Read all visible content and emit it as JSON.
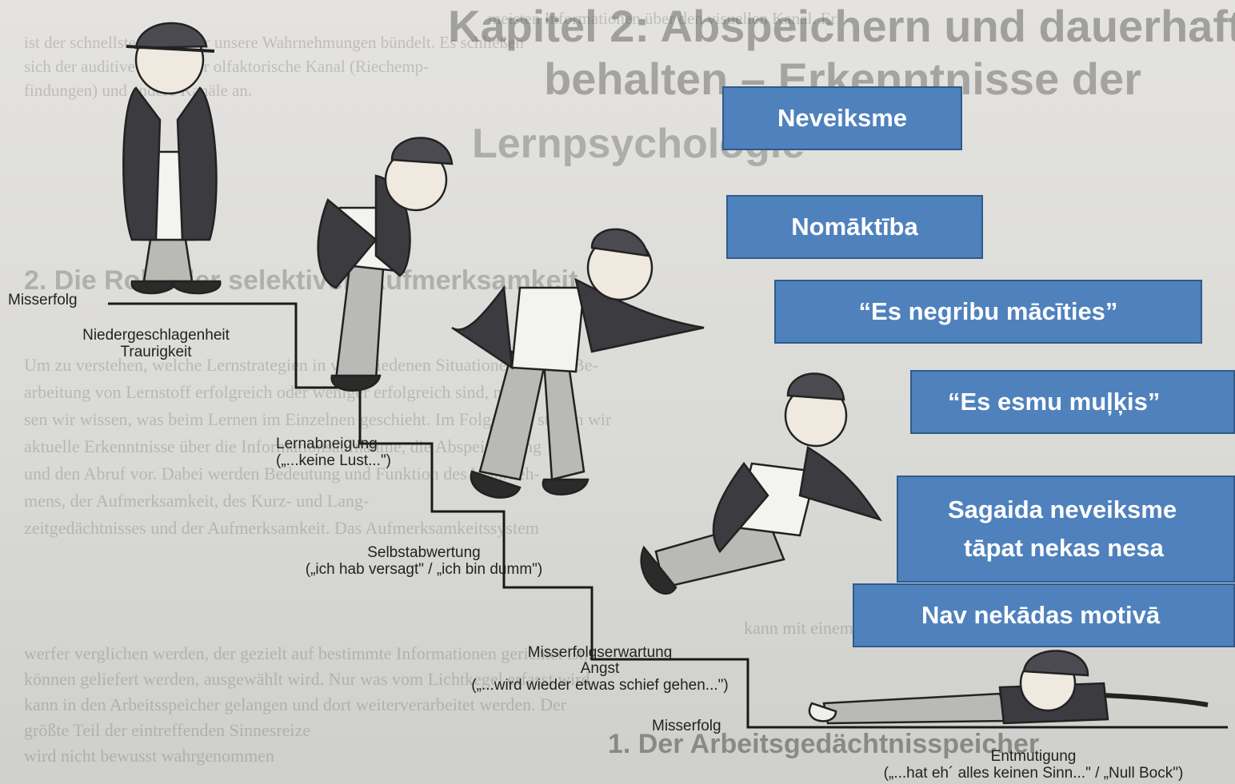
{
  "background_text": {
    "heading_line1": "Kapitel 2: Abspeichern und dauerhaft",
    "heading_line2": "behalten – Erkenntnisse der",
    "heading_line3": "Lernpsychologie",
    "subheading": "2. Die Rolle der selektiven Aufmerksamkeit",
    "bottom_heading": "1. Der Arbeitsgedächtnisspeicher",
    "top_paragraph": [
      "meisten Informationen über den visuellen Kanal. Er",
      "ist der schnellste Kanal, der unsere Wahrnehmungen bündelt. Es schließen",
      "sich der auditive Kanal, der olfaktorische Kanal (Riechemp-",
      "findungen) und andere Kanäle an."
    ],
    "mid_paragraph": [
      "Um zu verstehen, welche Lernstrategien in verschiedenen Situationen bei der Be-",
      "arbeitung von Lernstoff erfolgreich oder weniger erfolgreich sind, müs-",
      "sen wir wissen, was beim Lernen im Einzelnen geschieht. Im Folgenden stellen wir",
      "aktuelle Erkenntnisse über die Informationsaufnahme, die Abspeicherung",
      "und den Abruf vor. Dabei werden Bedeutung und Funktion des Wahrneh-",
      "mens, der Aufmerksamkeit, des Kurz- und Lang-",
      "zeitgedächtnisses und der Aufmerksamkeit. Das Aufmerksamkeitssystem"
    ],
    "low_paragraph": [
      "kann mit einem Schein-",
      "werfer verglichen werden, der gezielt auf bestimmte Informationen gerichtet ist,",
      "können geliefert werden, ausgewählt wird. Nur was vom Lichtkegel erfasst wird,",
      "kann in den Arbeitsspeicher gelangen und dort weiterverarbeitet werden. Der",
      "größte Teil der eintreffenden Sinnesreize",
      "wird nicht bewusst wahrgenommen"
    ]
  },
  "staircase_labels": {
    "step1": "Misserfolg",
    "step1_feelings_1": "Niedergeschlagenheit",
    "step1_feelings_2": "Traurigkeit",
    "step2_1": "Lernabneigung",
    "step2_2": "(„...keine Lust...\")",
    "step3_1": "Selbstabwertung",
    "step3_2": "(„ich hab versagt\" / „ich bin dumm\")",
    "step4_1": "Misserfolgserwartung",
    "step4_2": "Angst",
    "step4_3": "(„...wird wieder etwas schief gehen...\")",
    "step5": "Misserfolg",
    "final_1": "Entmutigung",
    "final_2": "(„...hat eh´ alles keinen Sinn...\" / „Null Bock\")"
  },
  "callouts": {
    "neveiksme": "Neveiksme",
    "nomaktiba": "Nomāktība",
    "negribu": "“Es negribu mācīties”",
    "mulkis": "“Es esmu muļķis”",
    "sagaida_1": "Sagaida neveiksme",
    "sagaida_2": "tāpat nekas nesa",
    "motivacija": "Nav nekādas motivā"
  },
  "colors": {
    "callout_fill": "#4f81bd",
    "callout_border": "#2f5a8c",
    "callout_text": "#ffffff",
    "stairs": "#1a1a1a"
  }
}
